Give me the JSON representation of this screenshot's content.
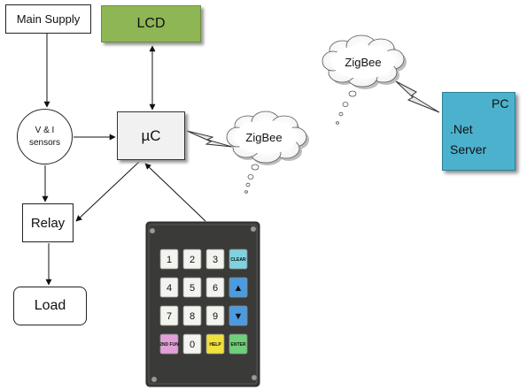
{
  "blocks": {
    "main_supply": "Main Supply",
    "lcd": "LCD",
    "uc": "µC",
    "sensors_line1": "V & I",
    "sensors_line2": "sensors",
    "relay": "Relay",
    "load": "Load",
    "pc_line1": "PC",
    "pc_line2": ".Net",
    "pc_line3": "Server"
  },
  "clouds": {
    "left": "ZigBee",
    "right": "ZigBee"
  },
  "keypad": {
    "keys": [
      "1",
      "2",
      "3",
      "CLEAR",
      "4",
      "5",
      "6",
      "▲",
      "7",
      "8",
      "9",
      "▼",
      "2ND FUN",
      "0",
      "HELP",
      "ENTER"
    ]
  },
  "colors": {
    "lcd": "#8eb654",
    "pc": "#4cb1cd",
    "keypad_body": "#3a3b38",
    "key_clear": "#7fd3e0",
    "key_arrow": "#4a9be0",
    "key_2nd": "#e2a0d8",
    "key_help": "#f2e03c",
    "key_enter": "#6ed07a"
  }
}
